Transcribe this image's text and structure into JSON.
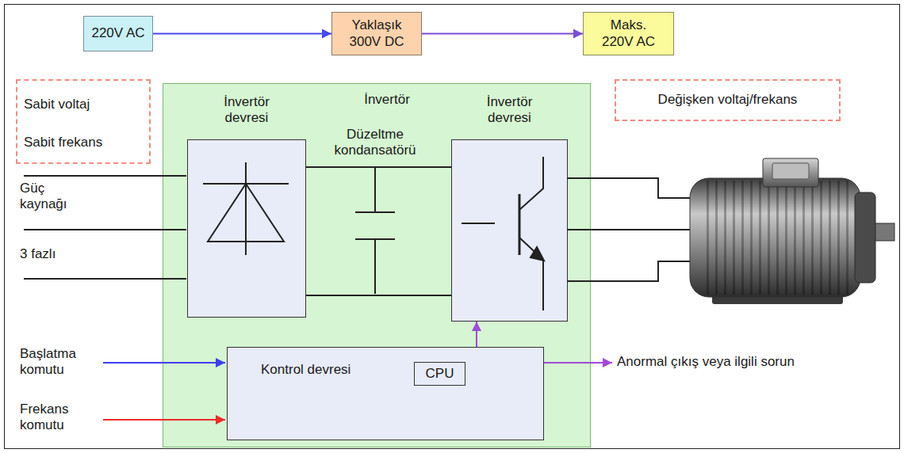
{
  "diagram": {
    "nodes": [
      {
        "text": [
          "220V AC"
        ]
      },
      {
        "text": [
          "Yaklaşık 300V DC"
        ]
      },
      {
        "text": [
          "Maks. 220V AC"
        ]
      },
      {
        "text": [
          "Sabit voltaj",
          "Sabit frekans"
        ]
      },
      {
        "text": [
          "İnvertör"
        ]
      },
      {
        "text": [
          "İnvertör devresi"
        ],
        "in": 4
      },
      {
        "text": [
          "İnvertör devresi"
        ],
        "in": 4
      },
      {
        "text": [
          "Kontrol devresi"
        ],
        "in": 4
      },
      {
        "text": [
          "CPU"
        ],
        "in": 7
      },
      {
        "text": [
          "Değişken voltaj/frekans"
        ]
      }
    ],
    "edges": [
      {
        "from": 0,
        "to": 1,
        "arrow": "to"
      },
      {
        "from": 1,
        "to": 2,
        "arrow": "to"
      },
      {
        "from": 5,
        "to": 6,
        "arrow": "none"
      },
      {
        "from": 5,
        "to": 6,
        "arrow": "none"
      },
      {
        "from": 7,
        "to": 6,
        "arrow": "to"
      }
    ],
    "labels": [
      "Düzeltme kondansatörü",
      "Güç kaynağı",
      "3 fazlı",
      "Başlatma komutu",
      "Frekans komutu",
      "Anormal çıkış veya ilgili sorun"
    ]
  }
}
